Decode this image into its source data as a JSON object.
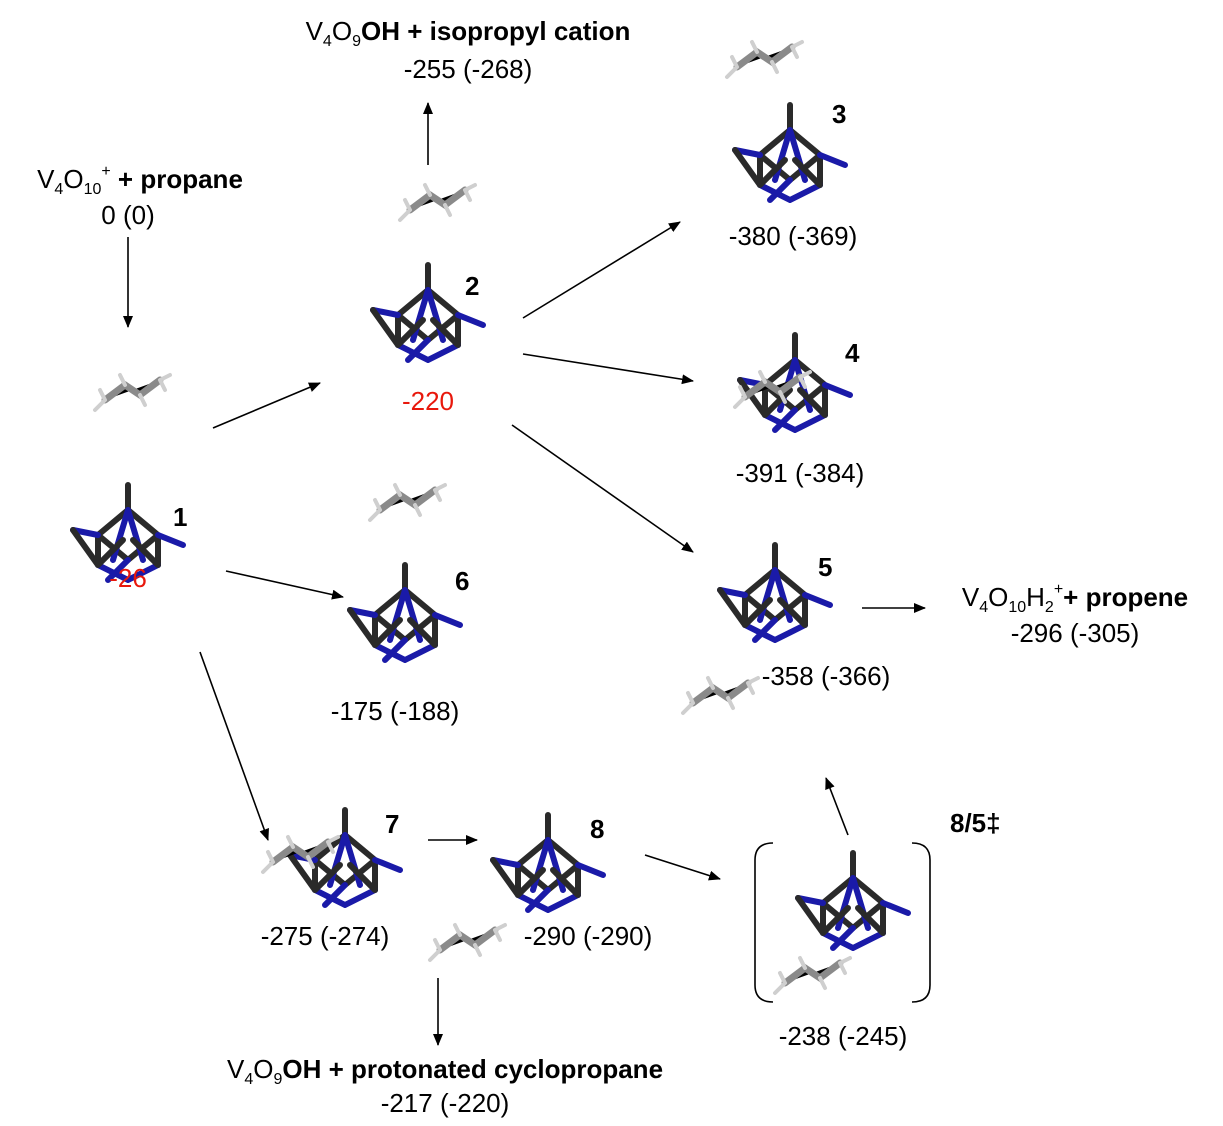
{
  "diagram": {
    "reactants": {
      "formula_base": "V",
      "sub1": "4",
      "o": "O",
      "sub2": "10",
      "sup": "+",
      "rest": " + propane",
      "energy": "0 (0)"
    },
    "isopropyl": {
      "formula": "V",
      "s1": "4",
      "o": "O",
      "s2": "9",
      "rest": "OH + isopropyl cation",
      "energy": "-255 (-268)"
    },
    "propene": {
      "formula": "V",
      "s1": "4",
      "o": "O",
      "s2": "10",
      "h": "H",
      "s3": "2",
      "sup": "+",
      "rest": "+ propene",
      "energy": "-296 (-305)"
    },
    "cyclopropane": {
      "formula": "V",
      "s1": "4",
      "o": "O",
      "s2": "9",
      "rest": "OH + protonated cyclopropane",
      "energy": "-217 (-220)"
    },
    "species": [
      {
        "label": "1",
        "energy": "-26"
      },
      {
        "label": "2",
        "energy": "-220"
      },
      {
        "label": "3",
        "energy": "-380 (-369)"
      },
      {
        "label": "4",
        "energy": "-391 (-384)"
      },
      {
        "label": "5",
        "energy": "-358 (-366)"
      },
      {
        "label": "6",
        "energy": "-175 (-188)"
      },
      {
        "label": "7",
        "energy": "-275 (-274)"
      },
      {
        "label": "8",
        "energy": "-290 (-290)"
      },
      {
        "label": "8/5‡",
        "energy": "-238 (-245)"
      }
    ],
    "colors": {
      "highlight": "#e8180c",
      "vanadium": "#2a2a2a",
      "oxygen": "#1a1aa8"
    }
  }
}
